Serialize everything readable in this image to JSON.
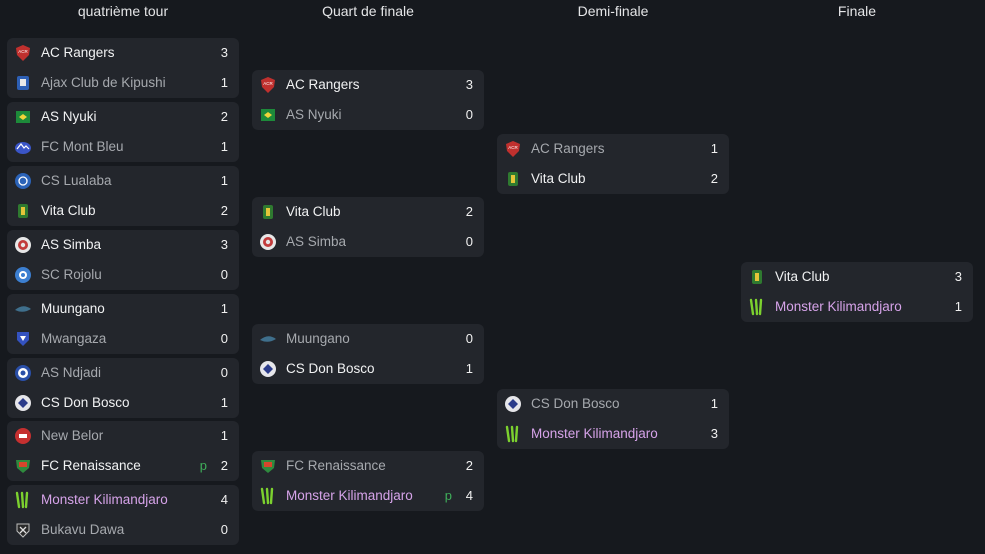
{
  "rounds": [
    {
      "title": "quatrième tour"
    },
    {
      "title": "Quart de finale"
    },
    {
      "title": "Demi-finale"
    },
    {
      "title": "Finale"
    }
  ],
  "r1": [
    {
      "home": {
        "name": "AC Rangers",
        "score": "3",
        "logo": "rangers-logo"
      },
      "away": {
        "name": "Ajax Club de Kipushi",
        "score": "1",
        "logo": "ajax-kipushi-logo"
      }
    },
    {
      "home": {
        "name": "AS Nyuki",
        "score": "2",
        "logo": "nyuki-logo"
      },
      "away": {
        "name": "FC Mont Bleu",
        "score": "1",
        "logo": "mont-bleu-logo"
      }
    },
    {
      "home": {
        "name": "CS Lualaba",
        "score": "1",
        "logo": "lualaba-logo"
      },
      "away": {
        "name": "Vita Club",
        "score": "2",
        "logo": "vita-club-logo"
      }
    },
    {
      "home": {
        "name": "AS Simba",
        "score": "3",
        "logo": "simba-logo"
      },
      "away": {
        "name": "SC Rojolu",
        "score": "0",
        "logo": "rojolu-logo"
      }
    },
    {
      "home": {
        "name": "Muungano",
        "score": "1",
        "logo": "muungano-logo"
      },
      "away": {
        "name": "Mwangaza",
        "score": "0",
        "logo": "mwangaza-logo"
      }
    },
    {
      "home": {
        "name": "AS Ndjadi",
        "score": "0",
        "logo": "ndjadi-logo"
      },
      "away": {
        "name": "CS Don Bosco",
        "score": "1",
        "logo": "don-bosco-logo"
      }
    },
    {
      "home": {
        "name": "New Belor",
        "score": "1",
        "logo": "new-belor-logo"
      },
      "away": {
        "name": "FC Renaissance",
        "score": "2",
        "pen": "p",
        "logo": "renaissance-logo"
      }
    },
    {
      "home": {
        "name": "Monster Kilimandjaro",
        "score": "4",
        "logo": "monster-logo"
      },
      "away": {
        "name": "Bukavu Dawa",
        "score": "0",
        "logo": "bukavu-logo"
      }
    }
  ],
  "r2": [
    {
      "home": {
        "name": "AC Rangers",
        "score": "3"
      },
      "away": {
        "name": "AS Nyuki",
        "score": "0"
      }
    },
    {
      "home": {
        "name": "Vita Club",
        "score": "2"
      },
      "away": {
        "name": "AS Simba",
        "score": "0"
      }
    },
    {
      "home": {
        "name": "Muungano",
        "score": "0"
      },
      "away": {
        "name": "CS Don Bosco",
        "score": "1"
      }
    },
    {
      "home": {
        "name": "FC Renaissance",
        "score": "2"
      },
      "away": {
        "name": "Monster Kilimandjaro",
        "score": "4",
        "pen": "p"
      }
    }
  ],
  "r3": [
    {
      "home": {
        "name": "AC Rangers",
        "score": "1"
      },
      "away": {
        "name": "Vita Club",
        "score": "2"
      }
    },
    {
      "home": {
        "name": "CS Don Bosco",
        "score": "1"
      },
      "away": {
        "name": "Monster Kilimandjaro",
        "score": "3"
      }
    }
  ],
  "r4": [
    {
      "home": {
        "name": "Vita Club",
        "score": "3"
      },
      "away": {
        "name": "Monster Kilimandjaro",
        "score": "1"
      }
    }
  ],
  "colors": {
    "background": "#16191e",
    "card": "#23262c",
    "pen": "#3fae5a",
    "user_team": "#d6a3e9"
  }
}
